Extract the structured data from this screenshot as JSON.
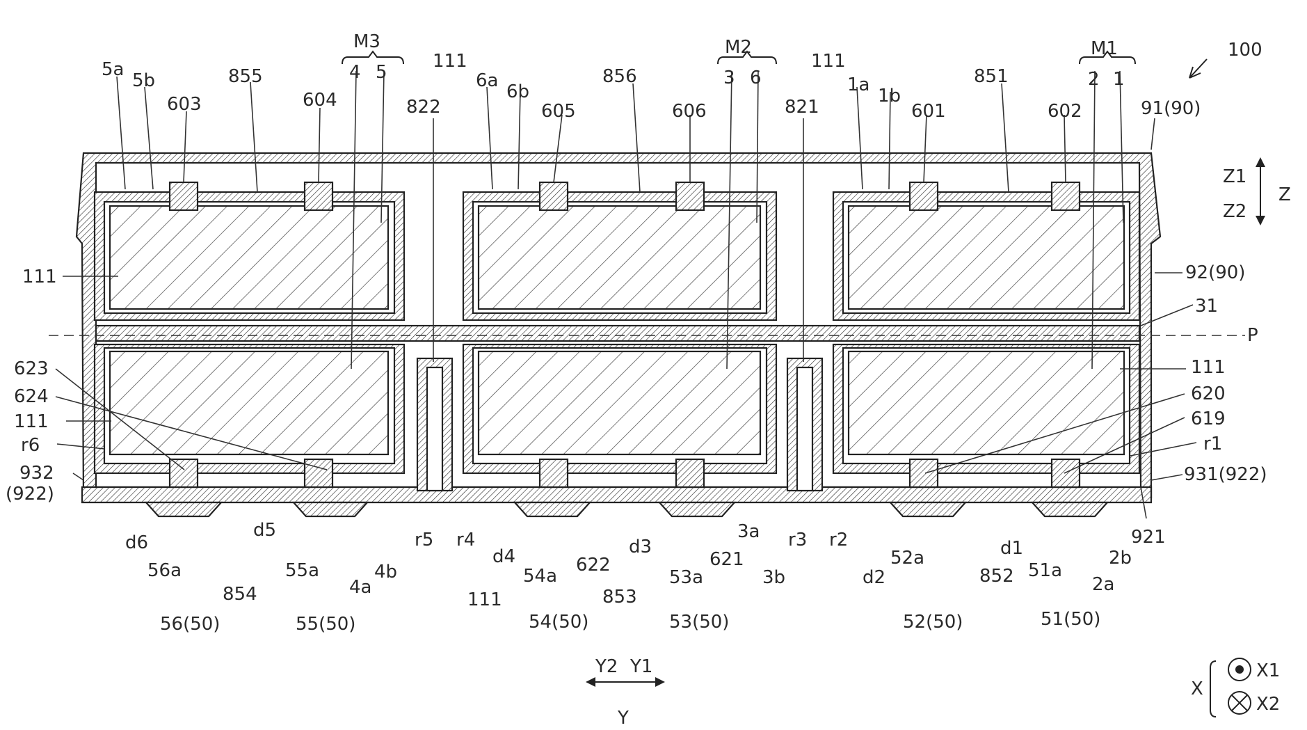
{
  "figure": {
    "ref_100": "100",
    "modules": [
      {
        "name": "M3",
        "sub_a": "4",
        "sub_b": "5"
      },
      {
        "name": "M2",
        "sub_a": "3",
        "sub_b": "6"
      },
      {
        "name": "M1",
        "sub_a": "2",
        "sub_b": "1"
      }
    ],
    "labels": {
      "l5a": "5a",
      "l5b": "5b",
      "l603": "603",
      "l855": "855",
      "l604": "604",
      "l111a": "111",
      "l822": "822",
      "l6a": "6a",
      "l6b": "6b",
      "l605": "605",
      "l856": "856",
      "l606": "606",
      "l821": "821",
      "l111b": "111",
      "l1a": "1a",
      "l1b": "1b",
      "l601": "601",
      "l851": "851",
      "l602": "602",
      "l91": "91(90)",
      "z1": "Z1",
      "z2": "Z2",
      "z": "Z",
      "l92": "92(90)",
      "l31": "31",
      "p": "P",
      "l111c": "111",
      "l111d": "111",
      "l111e": "111",
      "l623": "623",
      "l624": "624",
      "r6": "r6",
      "l932a": "932",
      "l932b": "(922)",
      "l620": "620",
      "l619": "619",
      "r1": "r1",
      "l931": "931(922)",
      "l921": "921",
      "d6": "d6",
      "l56a": "56a",
      "l56": "56(50)",
      "d5": "d5",
      "l55a": "55a",
      "l854": "854",
      "l55": "55(50)",
      "l4a": "4a",
      "l4b": "4b",
      "r5": "r5",
      "r4": "r4",
      "d4": "d4",
      "l54a": "54a",
      "l622": "622",
      "l111f": "111",
      "l54": "54(50)",
      "l853": "853",
      "d3": "d3",
      "l53a": "53a",
      "l621": "621",
      "l3a": "3a",
      "l3b": "3b",
      "l53": "53(50)",
      "r3": "r3",
      "r2": "r2",
      "d2": "d2",
      "l52a": "52a",
      "l52": "52(50)",
      "l852": "852",
      "d1": "d1",
      "l51a": "51a",
      "l51": "51(50)",
      "l2a": "2a",
      "l2b": "2b",
      "y2": "Y2",
      "y1": "Y1",
      "y": "Y",
      "x": "X",
      "x1": "X1",
      "x2": "X2"
    }
  }
}
